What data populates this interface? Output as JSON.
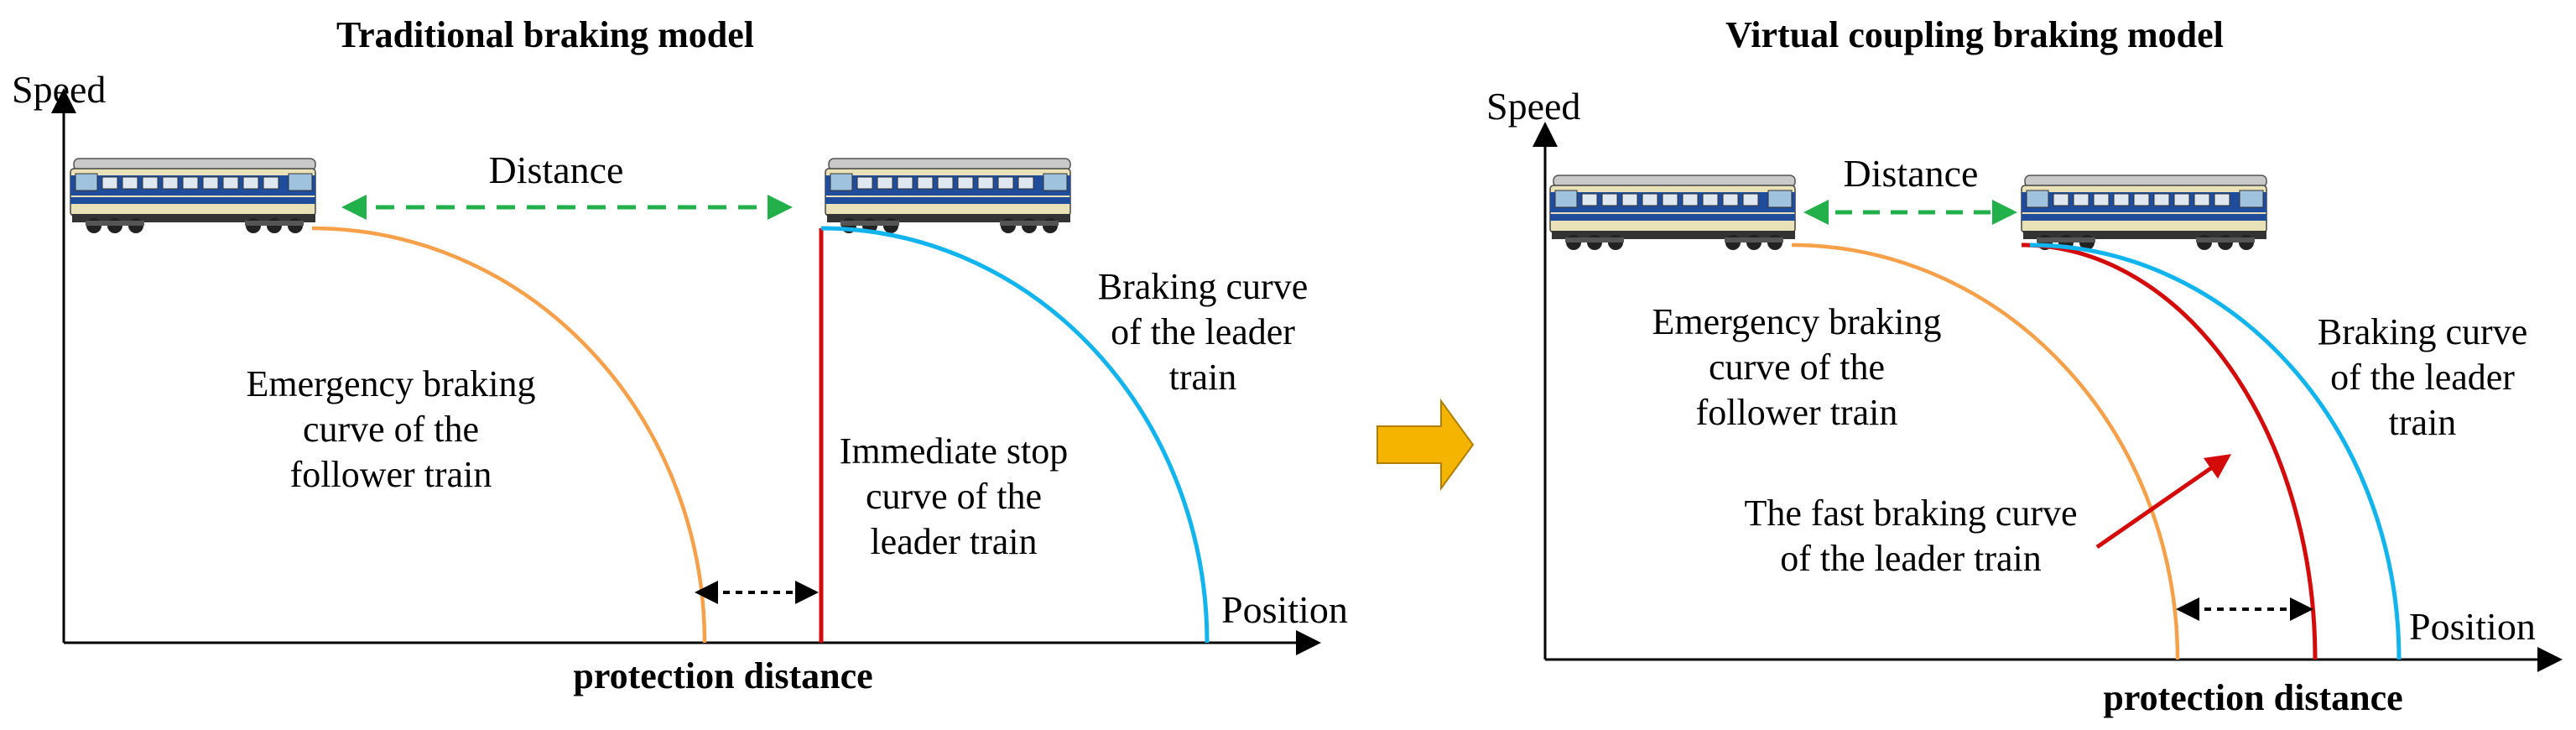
{
  "left_panel": {
    "title": "Traditional braking model",
    "y_axis_label": "Speed",
    "x_axis_label": "Position",
    "distance_label": "Distance",
    "emergency_curve_label": [
      "Emergency braking",
      "curve of the",
      "follower train"
    ],
    "immediate_stop_label": [
      "Immediate stop",
      "curve of the",
      "leader train"
    ],
    "leader_curve_label": [
      "Braking curve",
      "of the leader",
      "train"
    ],
    "protection_label": "protection distance"
  },
  "right_panel": {
    "title": "Virtual coupling braking model",
    "y_axis_label": "Speed",
    "x_axis_label": "Position",
    "distance_label": "Distance",
    "emergency_curve_label": [
      "Emergency braking",
      "curve of the",
      "follower train"
    ],
    "fast_braking_label": [
      "The fast braking curve",
      "of the leader train"
    ],
    "leader_curve_label": [
      "Braking curve",
      "of the leader",
      "train"
    ],
    "protection_label": "protection distance"
  },
  "colors": {
    "follower_curve": "#f7a04a",
    "leader_curve": "#12b4ee",
    "stop_curve": "#d40b0b",
    "distance_arrow": "#22b04b",
    "transition_arrow": "#f5b400",
    "axis": "#000000"
  },
  "icons": {
    "train": "locomotive-icon",
    "transition": "right-arrow-icon"
  }
}
